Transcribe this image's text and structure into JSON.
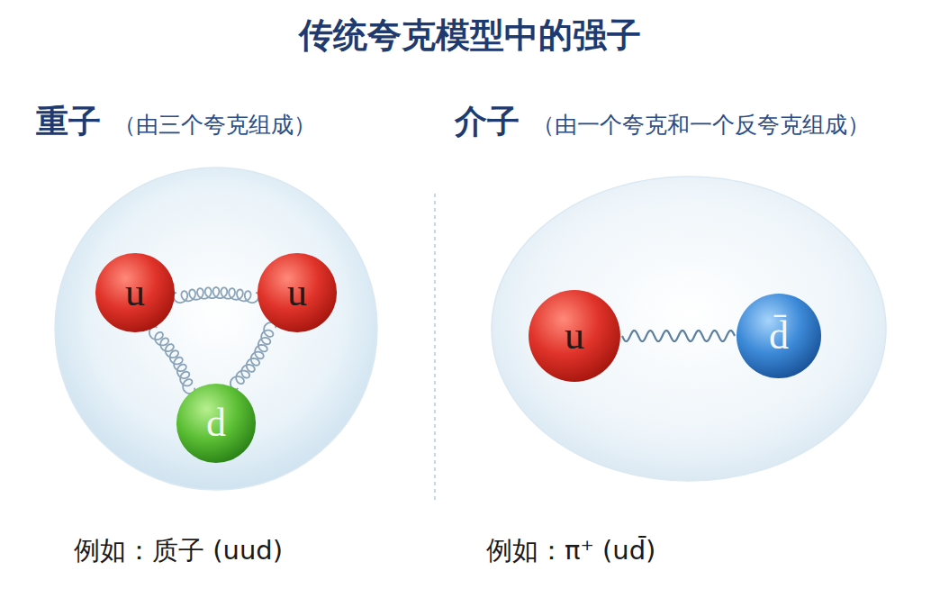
{
  "diagram": {
    "title": "传统夸克模型中的强子",
    "nodes": [
      {
        "text": [
          "重子",
          "（由三个夸克组成）"
        ]
      },
      {
        "text": [
          "u"
        ],
        "in": 0
      },
      {
        "text": [
          "u"
        ],
        "in": 0
      },
      {
        "text": [
          "d"
        ],
        "in": 0
      },
      {
        "text": [
          "介子",
          "（由一个夸克和一个反夸克组成）"
        ]
      },
      {
        "text": [
          "u"
        ],
        "in": 4
      },
      {
        "text": [
          "d̄"
        ],
        "in": 4
      }
    ],
    "edges": [
      {
        "from": 1,
        "to": 2,
        "arrow": "none"
      },
      {
        "from": 1,
        "to": 3,
        "arrow": "none"
      },
      {
        "from": 2,
        "to": 3,
        "arrow": "none"
      },
      {
        "from": 5,
        "to": 6,
        "arrow": "none"
      }
    ],
    "labels": [
      "例如：质子 (uud)",
      "例如：π⁺ (ud̄)"
    ]
  }
}
